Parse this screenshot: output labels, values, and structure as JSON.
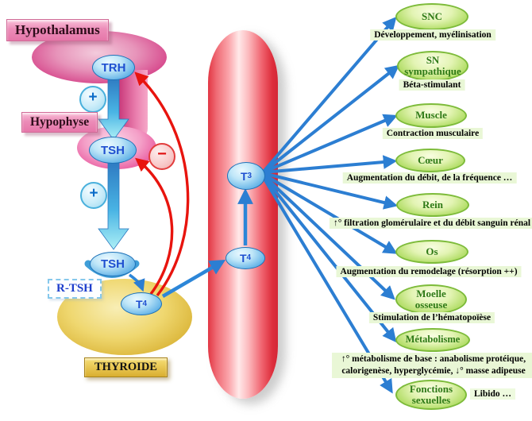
{
  "axis": {
    "hypothalamus_label": "Hypothalamus",
    "hypophyse_label": "Hypophyse",
    "trh": "TRH",
    "tsh_top": "TSH",
    "tsh_bottom": "TSH",
    "r_tsh": "R-TSH",
    "thyroide": "THYROIDE"
  },
  "signs": {
    "plus": "+",
    "minus": "−"
  },
  "hormones": {
    "t4_thyroid": {
      "base": "T",
      "sub": "4"
    },
    "t4_blood": {
      "base": "T",
      "sub": "4"
    },
    "t3_blood": {
      "base": "T",
      "sub": "3"
    }
  },
  "organs": [
    {
      "name": "SNC",
      "desc": "Développement, myélinisation"
    },
    {
      "name": "SN sympathique",
      "desc": "Béta-stimulant"
    },
    {
      "name": "Muscle",
      "desc": "Contraction musculaire"
    },
    {
      "name": "Cœur",
      "desc": "Augmentation du débit, de la fréquence …"
    },
    {
      "name": "Rein",
      "desc": "↑° filtration glomérulaire et du débit sanguin rénal"
    },
    {
      "name": "Os",
      "desc": "Augmentation du remodelage (résorption ++)"
    },
    {
      "name": "Moelle osseuse",
      "desc": "Stimulation de l’hématopoïèse"
    },
    {
      "name": "Métabolisme",
      "desc": "↑° métabolisme de base : anabolisme protéique, calorigenèse, hyperglycémie, ↓° masse adipeuse"
    },
    {
      "name": "Fonctions sexuelles",
      "desc": "Libido …"
    }
  ],
  "colors": {
    "stimulation_arrow_blue": "#2c7ed2",
    "feedback_red": "#e8140e",
    "organ_green": "#99d14b",
    "vessel_red": "#e23744",
    "thyroid_gold": "#ddb93f",
    "pituitary_pink": "#e8559c",
    "hormone_bubble_blue": "#3c92d4"
  }
}
